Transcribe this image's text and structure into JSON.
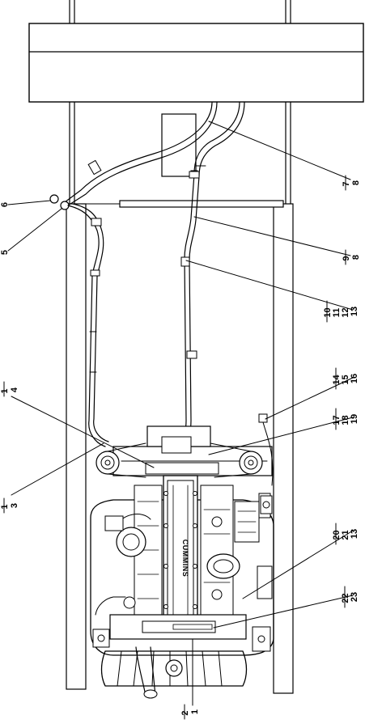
{
  "brand_text": "CUMMINS",
  "callouts": [
    {
      "id": "c-6",
      "lines": [
        "6"
      ]
    },
    {
      "id": "c-5",
      "lines": [
        "5"
      ]
    },
    {
      "id": "c-1-4",
      "lines": [
        "1",
        "4"
      ]
    },
    {
      "id": "c-1-3",
      "lines": [
        "1",
        "3"
      ]
    },
    {
      "id": "c-2-1",
      "lines": [
        "2",
        "1"
      ]
    },
    {
      "id": "c-7-8",
      "lines": [
        "7",
        "8"
      ]
    },
    {
      "id": "c-9-8",
      "lines": [
        "9",
        "8"
      ]
    },
    {
      "id": "c-10-13",
      "lines": [
        "10",
        "11",
        "12",
        "13"
      ]
    },
    {
      "id": "c-14-16",
      "lines": [
        "14",
        "15",
        "16"
      ]
    },
    {
      "id": "c-17-19",
      "lines": [
        "17",
        "18",
        "19"
      ]
    },
    {
      "id": "c-20-13",
      "lines": [
        "20",
        "21",
        "13"
      ]
    },
    {
      "id": "c-22-23",
      "lines": [
        "22",
        "23"
      ]
    }
  ]
}
